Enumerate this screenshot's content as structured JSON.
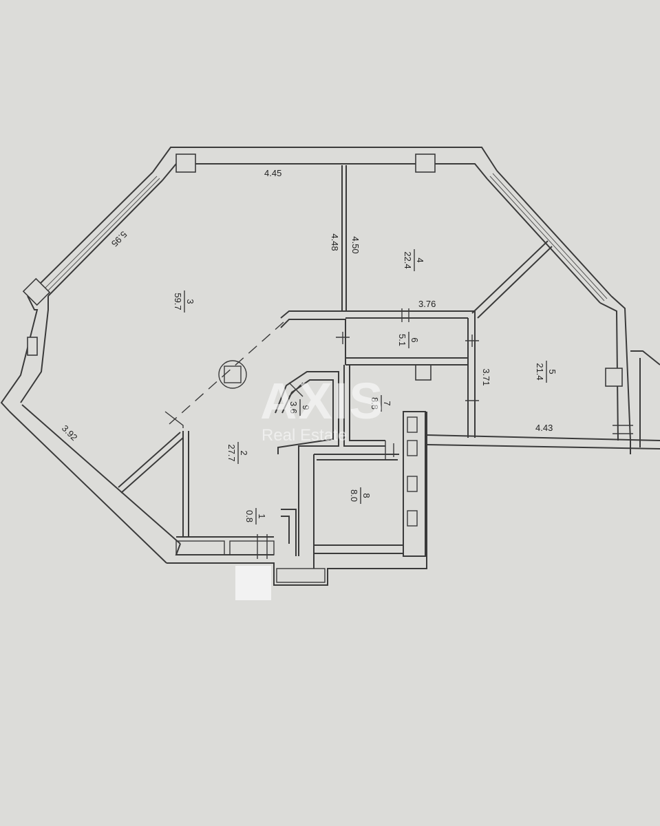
{
  "rooms": [
    {
      "id": "1",
      "number": "1",
      "area": "0.8"
    },
    {
      "id": "2",
      "number": "2",
      "area": "27.7"
    },
    {
      "id": "3",
      "number": "3",
      "area": "59.7"
    },
    {
      "id": "4",
      "number": "4",
      "area": "22.4"
    },
    {
      "id": "5",
      "number": "5",
      "area": "21.4"
    },
    {
      "id": "6",
      "number": "6",
      "area": "5.1"
    },
    {
      "id": "7",
      "number": "7",
      "area": "8.8"
    },
    {
      "id": "8",
      "number": "8",
      "area": "8.0"
    },
    {
      "id": "9",
      "number": "9",
      "area": "3.6"
    }
  ],
  "dimensions": {
    "top_left_wall": "4.45",
    "diagonal_left_wall": "5.95",
    "partition_3_4_left": "4.48",
    "partition_3_4_right": "4.50",
    "room6_top": "3.76",
    "room5_left": "3.71",
    "room5_bottom": "4.43",
    "lower_left_wall": "3.92"
  },
  "watermark": {
    "brand": "AXIS",
    "subtitle": "Real Estate"
  }
}
